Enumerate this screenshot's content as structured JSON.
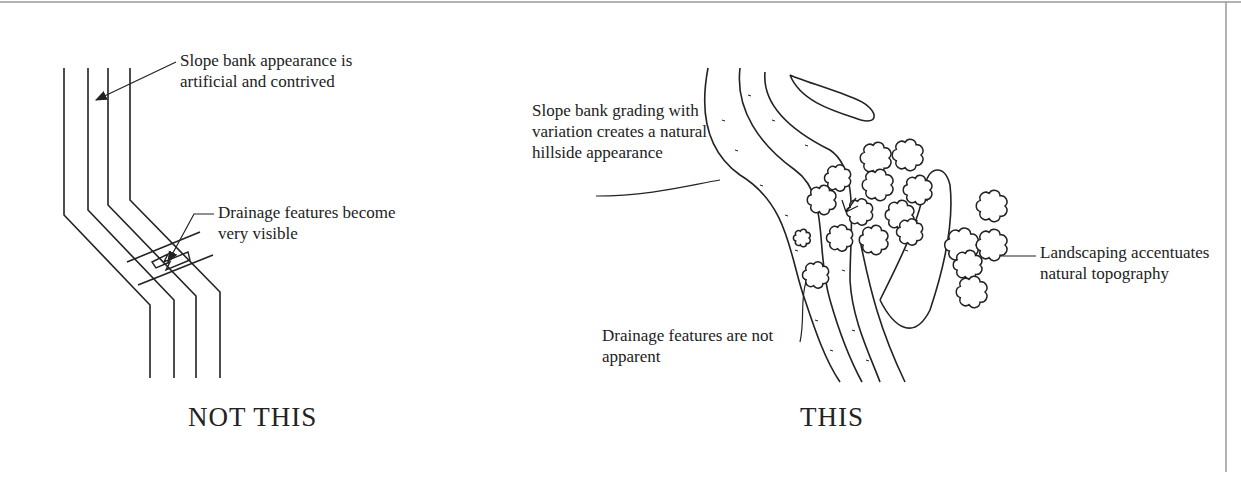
{
  "diagram": {
    "labels": [
      "Slope bank appearance is artificial and contrived",
      "Drainage features become very visible",
      "NOT THIS",
      "Slope bank grading with variation creates a natural hillside appearance",
      "Drainage features are not apparent",
      "Landscaping accentuates natural topography",
      "THIS"
    ]
  }
}
